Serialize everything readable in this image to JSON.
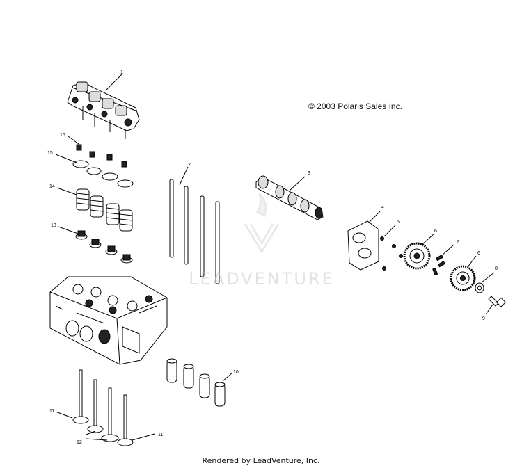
{
  "copyright": "© 2003 Polaris Sales Inc.",
  "rendered_by": "Rendered by LeadVenture, Inc.",
  "watermark": {
    "text": "LEADVENTURE",
    "color": "#c9c9c9"
  },
  "line_color": "#000000",
  "callouts": [
    "1",
    "16",
    "15",
    "14",
    "13",
    "2",
    "3",
    "4",
    "5",
    "6",
    "7",
    "6",
    "8",
    "9",
    "10",
    "11",
    "12",
    "11"
  ]
}
